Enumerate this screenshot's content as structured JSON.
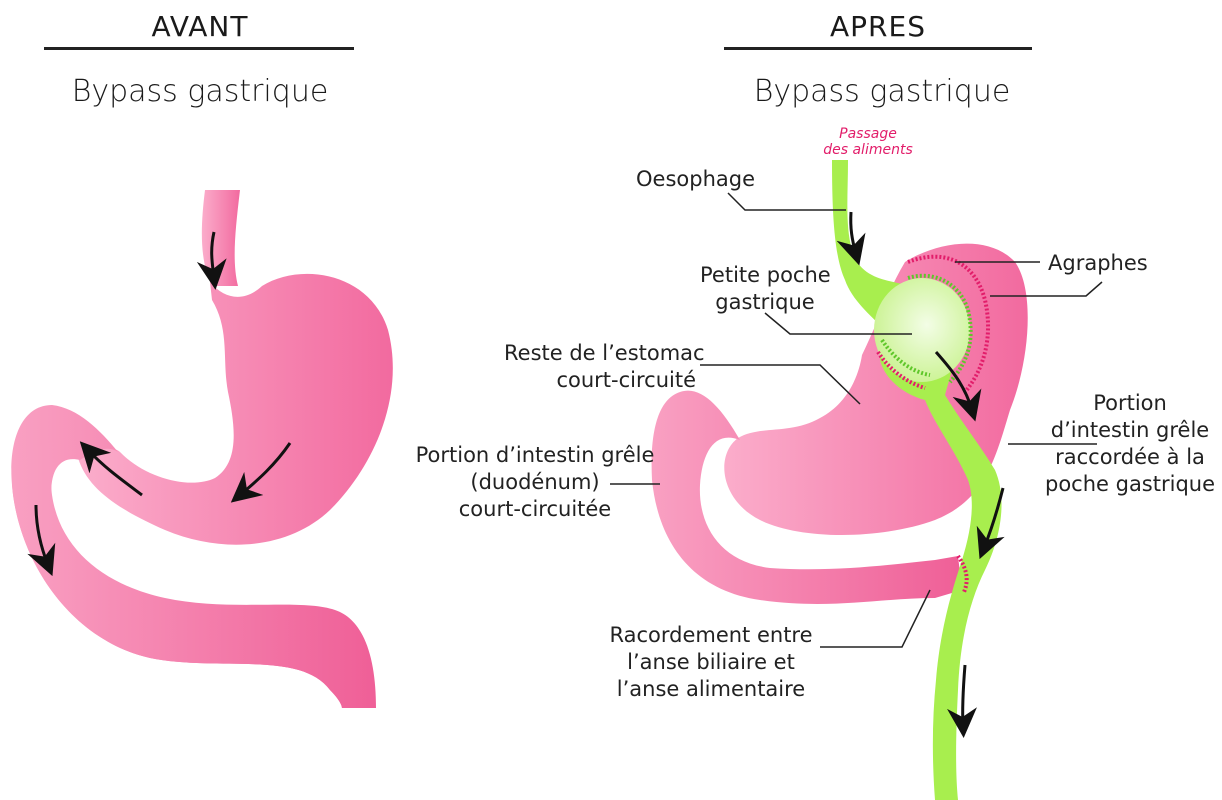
{
  "before": {
    "heading": "AVANT",
    "subtitle": "Bypass gastrique"
  },
  "after": {
    "heading": "APRES",
    "subtitle": "Bypass gastrique",
    "flow_label": [
      "Passage",
      "des aliments"
    ],
    "labels": {
      "oesophage": "Oesophage",
      "agraphes": "Agraphes",
      "petite_poche": [
        "Petite poche",
        "gastrique"
      ],
      "reste_estomac": [
        "Reste de l’estomac",
        "court-circuité"
      ],
      "portion_raccordee": [
        "Portion",
        "d’intestin grêle",
        "raccordée à la",
        "poche gastrique"
      ],
      "duodenum": [
        "Portion d’intestin grêle",
        "(duodénum)",
        "court-circuitée"
      ],
      "racordement": [
        "Racordement entre",
        "l’anse biliaire et",
        "l’anse alimentaire"
      ]
    }
  },
  "colors": {
    "stomach_pink": "#f57fae",
    "intestine_green": "#a8ee4e",
    "pouch_green": "#dff8b8",
    "staples_pink": "#e21d6a",
    "staples_green": "#5fc72a",
    "arrow": "#111111"
  }
}
